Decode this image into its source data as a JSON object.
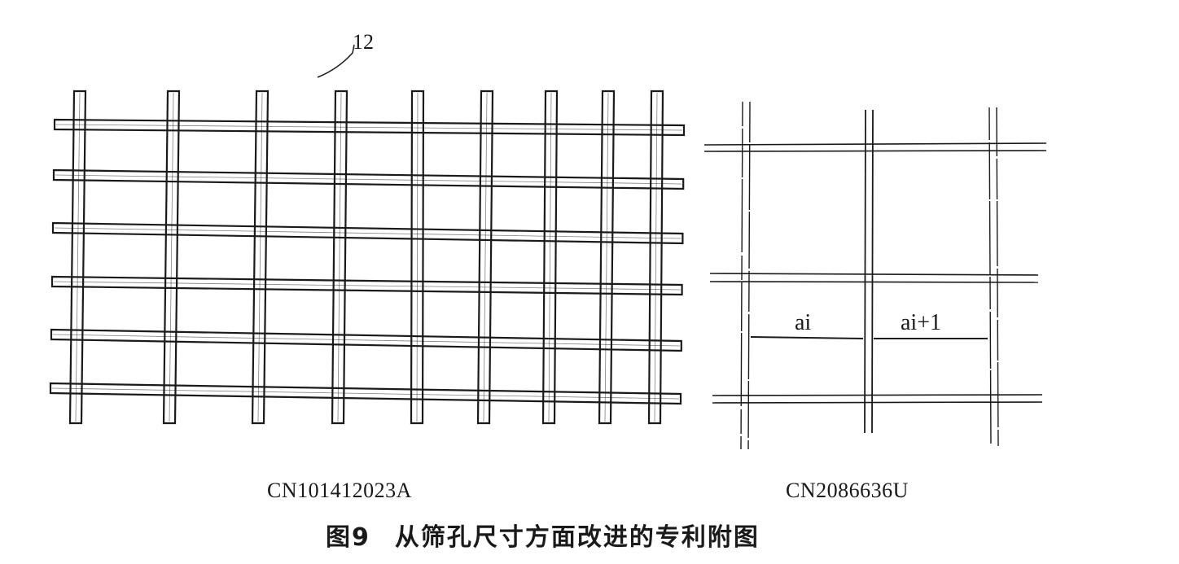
{
  "left_figure": {
    "reference_numeral": "12",
    "patent_number": "CN101412023A"
  },
  "right_figure": {
    "gap_label_1": "ai",
    "gap_label_2": "ai+1",
    "patent_number": "CN2086636U"
  },
  "caption": {
    "figure_number": "图9",
    "text": "从筛孔尺寸方面改进的专利附图"
  },
  "colors": {
    "line": "#1a1a1a",
    "background": "#ffffff"
  }
}
